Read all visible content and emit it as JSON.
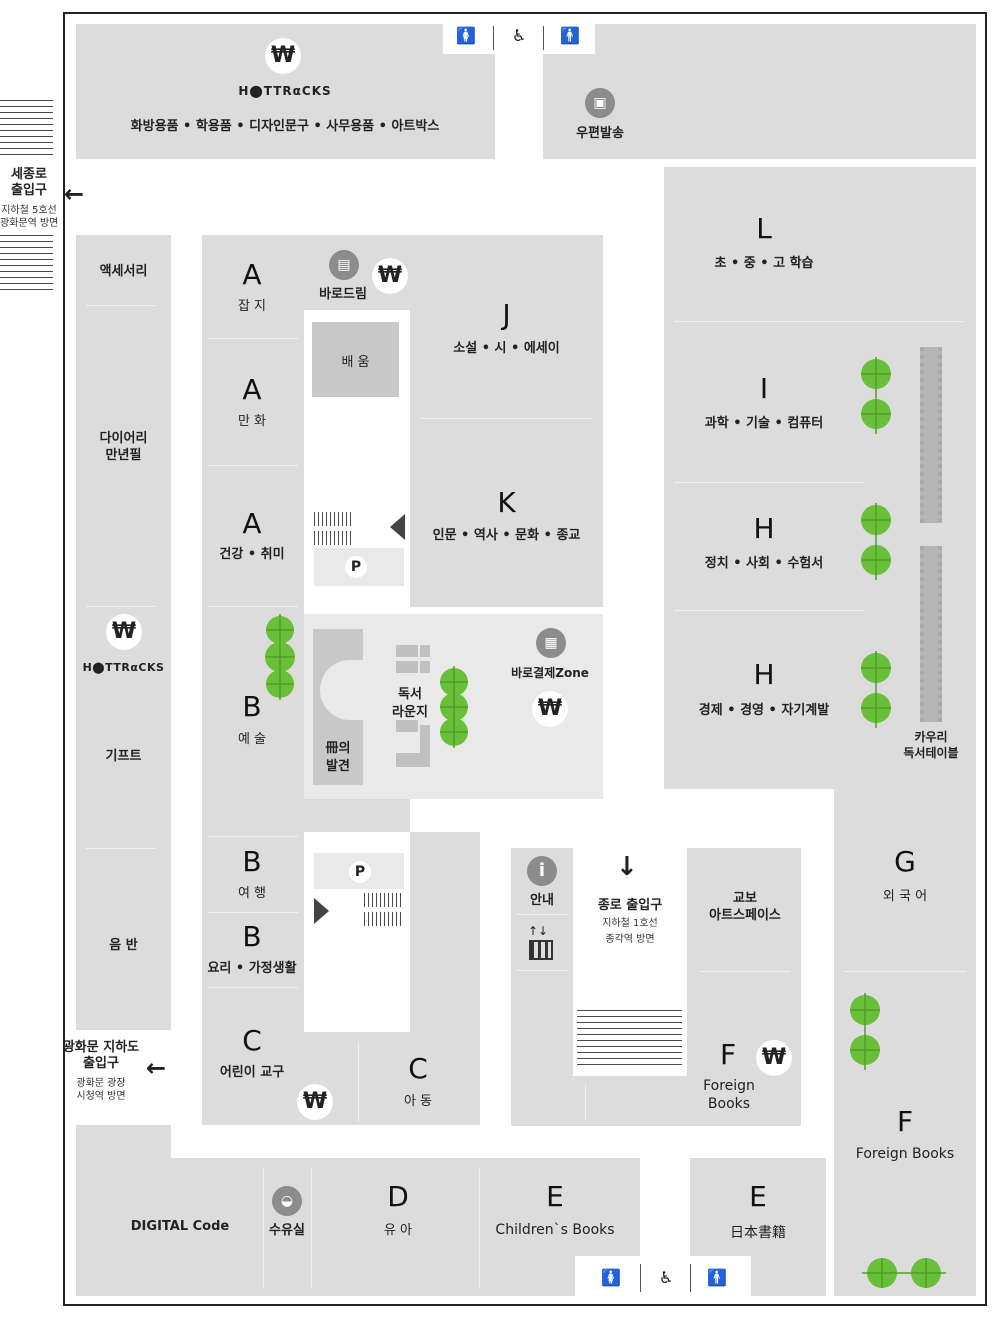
{
  "labels": {
    "hottracks_top_category": "화방용품 • 학용품 • 디자인문구 • 사무용품 • 아트박스",
    "hottracks_logo": "H⬤TTRαCKS",
    "mail": "우편발송",
    "sejongro_entrance": "세종로\n출입구",
    "sejongro_line": "지하철 5호선",
    "sejongro_dir": "광화문역 방면",
    "accessory": "액세서리",
    "diary": "다이어리\n만년필",
    "gift": "기프트",
    "music": "음 반",
    "gwanghwamun_entrance": "광화문 지하도\n출입구",
    "gwanghwamun_sub1": "광화문 광장",
    "gwanghwamun_sub2": "시청역 방면",
    "a1_letter": "A",
    "a1_label": "잡 지",
    "a2_letter": "A",
    "a2_label": "만 화",
    "a3_letter": "A",
    "a3_label": "건강 • 취미",
    "b1_letter": "B",
    "b1_label": "예 술",
    "b2_letter": "B",
    "b2_label": "여 행",
    "b3_letter": "B",
    "b3_label": "요리 • 가정생활",
    "c1_letter": "C",
    "c1_label": "어린이 교구",
    "c2_letter": "C",
    "c2_label": "아 동",
    "barodream": "바로드림",
    "learning": "배 움",
    "parking": "P",
    "j_letter": "J",
    "j_label": "소설 • 시 • 에세이",
    "k_letter": "K",
    "k_label": "인문 • 역사 • 문화 • 종교",
    "lounge": "독서\n라운지",
    "discovery": "冊의\n발견",
    "barozone": "바로결제Zone",
    "l_letter": "L",
    "l_label": "초 • 중 • 고 학습",
    "i_letter": "I",
    "i_label": "과학 • 기술 • 컴퓨터",
    "h1_letter": "H",
    "h1_label": "정치 • 사회 • 수험서",
    "h2_letter": "H",
    "h2_label": "경제 • 경영 • 자기계발",
    "kauri": "카우리\n독서테이블",
    "g_letter": "G",
    "g_label": "외 국 어",
    "info": "안내",
    "jongro_entrance": "종로 출입구",
    "jongro_line": "지하철 1호선",
    "jongro_dir": "종각역 방면",
    "kyobo_art": "교보\n아트스페이스",
    "f1_letter": "F",
    "f1_label": "Foreign\nBooks",
    "f2_letter": "F",
    "f2_label": "Foreign Books",
    "digital": "DIGITAL Code",
    "nursing": "수유실",
    "d_letter": "D",
    "d_label": "유 아",
    "e1_letter": "E",
    "e1_label": "Children`s Books",
    "e2_letter": "E",
    "e2_label": "日本書籍",
    "won": "₩",
    "info_icon": "i",
    "toilet_woman": "🚺",
    "toilet_man": "🚹",
    "accessible": "♿",
    "arrow_left": "←",
    "arrow_down": "↓",
    "elevator_arrows": "↑↓"
  },
  "icons": {
    "won_icon": "won-sign",
    "book_icon": "open-book",
    "truck_icon": "delivery-truck",
    "pacifier_icon": "baby-bottle",
    "info_icon": "information",
    "elevator_icon": "elevator",
    "wc_icon": "restroom",
    "wheelchair_icon": "wheelchair"
  },
  "colors": {
    "zone": "#dcdcdc",
    "zone_dark": "#c8c8c8",
    "zone_light": "#e9e9e9",
    "border": "#222222",
    "plant": "#6abf3a"
  }
}
